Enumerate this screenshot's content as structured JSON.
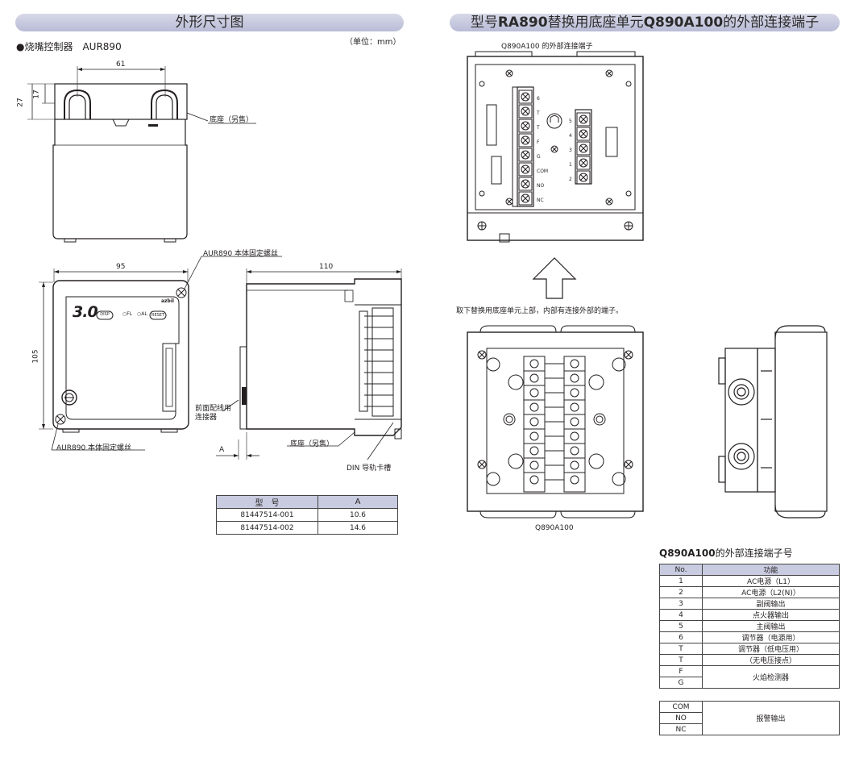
{
  "left": {
    "banner": "外形尺寸图",
    "product_label": "●烧嘴控制器　AUR890",
    "unit_note": "（单位：mm）",
    "top_view": {
      "dim_width": "61",
      "dim_27": "27",
      "dim_17": "17",
      "base_label": "底座（另售）"
    },
    "front_view": {
      "dim_width": "95",
      "dim_height": "105",
      "screw_top_label": "AUR890 本体固定螺丝",
      "screw_bottom_label": "AUR890 本体固定螺丝",
      "display_value": "3.0",
      "disp_button": "DISP",
      "fl_label": "○FL",
      "al_label": "○AL",
      "reset_button": "RESET",
      "brand": "azbil"
    },
    "side_view": {
      "dim_width": "110",
      "front_wiring_label": "前面配线用\n连接器",
      "base_label": "底座（另售）",
      "din_label": "DIN 导轨卡槽",
      "dim_a": "A"
    },
    "spec_table": {
      "headers": [
        "型　号",
        "A"
      ],
      "rows": [
        [
          "81447514-001",
          "10.6"
        ],
        [
          "81447514-002",
          "14.6"
        ]
      ]
    }
  },
  "right": {
    "banner_prefix": "型号",
    "banner_model_a": "RA890",
    "banner_mid": "替换用底座单元",
    "banner_model_b": "Q890A100",
    "banner_suffix": "的外部连接端子",
    "top_diagram_caption": "Q890A100 的外部连接端子",
    "left_terminal_labels": [
      "6",
      "T",
      "T",
      "F",
      "G",
      "COM",
      "NO",
      "NC"
    ],
    "right_terminal_labels": [
      "5",
      "4",
      "3",
      "1",
      "2"
    ],
    "instruction": "取下替换用底座单元上部，内部有连接外部的端子。",
    "bottom_caption": "Q890A100",
    "terminal_table": {
      "title_model": "Q890A100",
      "title_suffix": "的外部连接端子号",
      "headers": [
        "No.",
        "功能"
      ],
      "rows": [
        [
          "1",
          "AC电源（L1）"
        ],
        [
          "2",
          "AC电源（L2(N)）"
        ],
        [
          "3",
          "副阀输出"
        ],
        [
          "4",
          "点火器输出"
        ],
        [
          "5",
          "主阀输出"
        ],
        [
          "6",
          "调节器（电源用）"
        ],
        [
          "T",
          "调节器（低电压用）"
        ],
        [
          "T",
          "（无电压接点）"
        ],
        [
          "F",
          "火焰检测器"
        ],
        [
          "G",
          ""
        ]
      ],
      "alarm_rows": [
        "COM",
        "NO",
        "NC"
      ],
      "alarm_function": "报警输出"
    }
  }
}
